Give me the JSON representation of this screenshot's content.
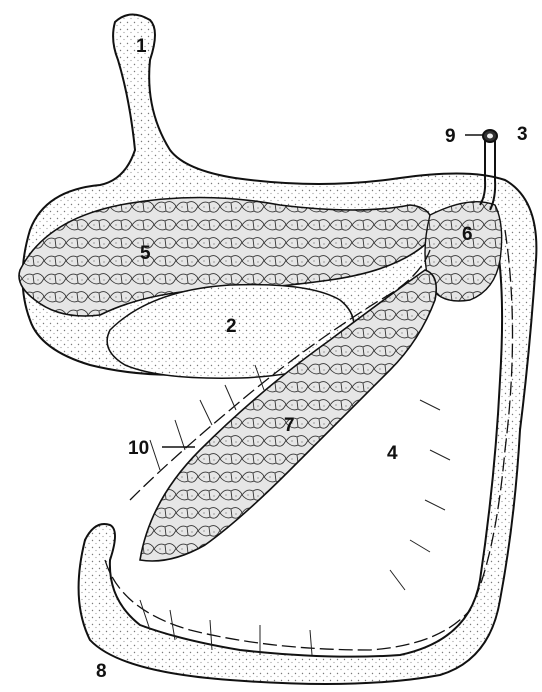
{
  "figure": {
    "labels": {
      "l1": "1",
      "l2": "2",
      "l3": "3",
      "l4": "4",
      "l5": "5",
      "l6": "6",
      "l7": "7",
      "l8": "8",
      "l9": "9",
      "l10": "10"
    },
    "colors": {
      "ink": "#111111",
      "paper": "#ffffff",
      "stipple": "#bdbdbd",
      "gland_fill": "#d9d9d9"
    }
  }
}
